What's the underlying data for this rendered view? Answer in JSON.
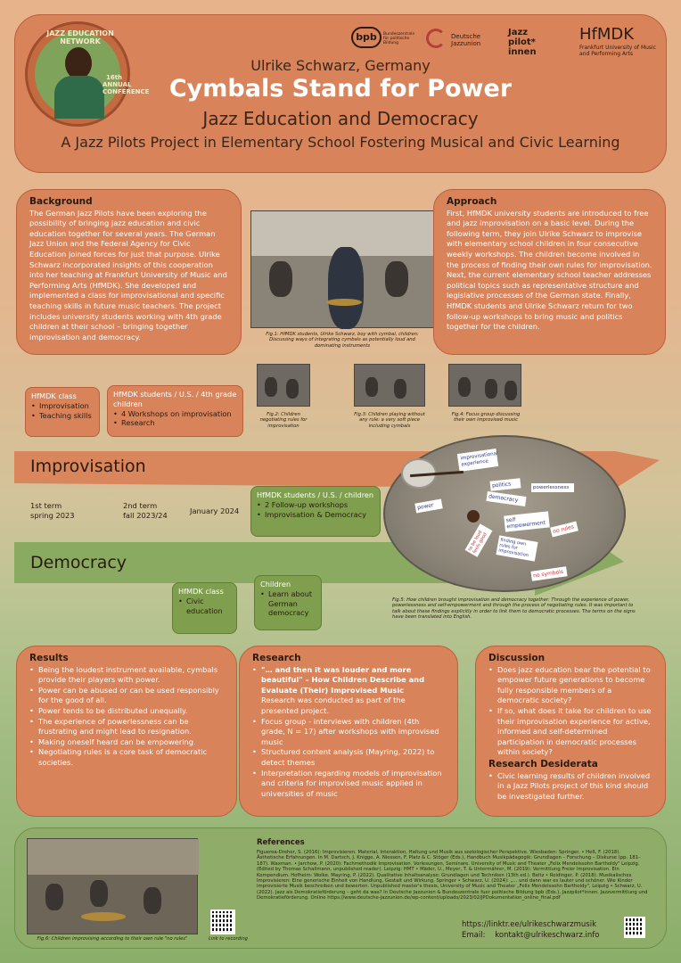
{
  "header": {
    "badge_line1": "JAZZ EDUCATION NETWORK",
    "badge_line2": "16th ANNUAL CONFERENCE",
    "partner_bpb_logo": "bpb",
    "partner_bpb": "Bundeszentrale für politische Bildung",
    "partner_dju": "Deutsche Jazzunion",
    "partner_jp": "Jazz pilot* innen",
    "partner_hfmdk_logo": "HfMDK",
    "partner_hfmdk": "Frankfurt University of Music and Performing Arts",
    "author": "Ulrike Schwarz, Germany",
    "title": "Cymbals Stand for Power",
    "subtitle": "Jazz Education and Democracy",
    "subtitle2": "A Jazz Pilots Project in Elementary School Fostering Musical and Civic Learning"
  },
  "background": {
    "heading": "Background",
    "text": "The German Jazz Pilots have been exploring the possibility of bringing jazz education and civic education together for several years. The German Jazz Union and the Federal Agency for Civic Education joined forces for just that purpose. Ulrike Schwarz incorporated insights of this cooperation into her teaching at Frankfurt University of Music and Performing Arts (HfMDK). She developed and implemented a class for improvisational and specific teaching skills in future music teachers. The project includes university students working with 4th grade children at their school – bringing together improvisation and democracy."
  },
  "approach": {
    "heading": "Approach",
    "text": "First, HfMDK university students are introduced to free and jazz improvisation on a basic level. During the following term, they join Ulrike Schwarz to improvise with elementary school children in four consecutive weekly workshops. The children become involved in the process of finding their own rules for improvisation. Next, the current elementary school teacher addresses political topics such as representative structure and legislative processes of the German state. Finally, HfMDK students and Ulrike Schwarz return for two follow-up workshops to bring music and politics together for the children."
  },
  "figures": {
    "fig1": "Fig.1: HfMDK students, Ulrike Schwarz, boy with cymbal, children: Discussing ways of integrating cymbals as potentially loud and dominating instruments",
    "fig2": "Fig.2: Children negotiating rules for improvisation",
    "fig3": "Fig.3: Children playing without any rule: a very soft piece including cymbals",
    "fig4": "Fig.4: Focus group discussing their own improvised music",
    "fig5": "Fig.5: How children brought improvisation and democracy together: Through the experience of power, powerlessness and self-empowerment and through the process of negotiating rules. It was important to talk about these findings explicitly in order to link them to democratic processes. The terms on the signs have been translated into English.",
    "fig6": "Fig.6: Children improvising according to their own rule \"no rules\"",
    "qr_label": "Link to recording"
  },
  "cymbal_signs": [
    "improvisational experience",
    "politics",
    "democracy",
    "powerlessness",
    "power",
    "self empowerment",
    "no rules",
    "finding own rules for improvisation",
    "no symbols",
    "to be loud feels good"
  ],
  "timeline": {
    "improvisation_label": "Improvisation",
    "democracy_label": "Democracy",
    "term1": "1st term",
    "term1_date": "spring 2023",
    "term2": "2nd term",
    "term2_date": "fall 2023/24",
    "term3_date": "January 2024",
    "tag1_title": "HfMDK class",
    "tag1_items": [
      "Improvisation",
      "Teaching skills"
    ],
    "tag2_title": "HfMDK students / U.S. / 4th grade children",
    "tag2_items": [
      "4 Workshops on improvisation",
      "Research"
    ],
    "tag3_title": "HfMDK students / U.S. / children",
    "tag3_items": [
      "2 Follow-up workshops",
      "Improvisation & Democracy"
    ],
    "tag4_title": "HfMDK class",
    "tag4_items": [
      "Civic education"
    ],
    "tag5_title": "Children",
    "tag5_items": [
      "Learn about German democracy"
    ]
  },
  "results": {
    "heading": "Results",
    "items": [
      "Being the loudest instrument available, cymbals provide their players with power.",
      "Power can be abused or can be used responsibly for the good of all.",
      "Power tends to be distributed unequally.",
      "The experience of powerlessness can be frustrating and might lead to resignation.",
      "Making oneself heard can be empowering.",
      "Negotiating rules is a core task of democratic societies."
    ]
  },
  "research": {
    "heading": "Research",
    "title": "\"… and then it was louder and more beautiful\" – How Children Describe and Evaluate (Their) Improvised Music",
    "title_note": "Research was conducted as part of the presented project.",
    "items": [
      "Focus group - interviews with children (4th grade, N = 17) after workshops with improvised music",
      "Structured content analysis (Mayring, 2022) to detect themes",
      "Interpretation regarding models of improvisation and criteria for improvised music applied in universities of music"
    ]
  },
  "discussion": {
    "heading": "Discussion",
    "items": [
      "Does jazz education bear the potential to empower future generations to become fully responsible members of a democratic society?",
      "If so, what does it take for children to use their improvisation experience for active, informed and self-determined participation in democratic processes within society?"
    ],
    "desiderata_heading": "Research Desiderata",
    "desiderata_items": [
      "Civic learning results of children involved in a Jazz Pilots project of this kind should be investigated further."
    ]
  },
  "references": {
    "heading": "References",
    "text": "Figueroa-Dreher, S. (2016): Improvisieren. Material, Interaktion, Haltung und Musik aus soziologischer Perspektive. Wiesbaden: Springer. • Heß, F. (2018). Ästhetische Erfahrungen. In M. Dartsch, J. Knigge, A. Niessen, F. Platz & C. Stöger (Eds.), Handbuch Musikpädagogik: Grundlagen – Forschung – Diskurse (pp. 181–187). Waxman. • Jarchow, P. (2020): Fachmethodik Improvisation. Vorlesungen, Seminare. University of Music and Theater „Felix Mendelssohn Bartholdy\" Leipzig. (Edited by Thomas Schallmann, unpublished reader). Leipzig: HMT • Mäder, U., Meyer, T. & Untermährer, M. (2019): Vermittlung Freier Improvisation. Ein Kompendium. Hofheim: Wolke. Mayring, P. (2022). Qualitative Inhaltsanalyse: Grundlagen und Techniken (13th ed.). Beltz • Roidinger, P. (2018). Musikalisches Improvisieren: Eine generische Einheit von Handlung, Gestalt und Wirkung. Springer • Schwarz, U. (2024): „… und dann war es lauter und schöner. Wie Kinder improvisierte Musik beschreiben und bewerten. Unpublished master's thesis, University of Music and Theater „Felix Mendelssohn Bartholdy\", Leipzig • Schwarz, U. (2022). Jazz als Demokratieförderung – geht da was? In Deutsche Jazzunion & Bundeszentrale fuer politische Bildung bpb (Eds.), Jazzpilot*innen. Jazzvermittlung und Demokratieförderung. Online https://www.deutsche-jazzunion.de/wp-content/uploads/2023/02/JPDokumentation_online_final.pdf"
  },
  "contact": {
    "link": "https://linktr.ee/ulrikeschwarzmusik",
    "email_label": "Email:",
    "email": "kontakt@ulrikeschwarz.info"
  },
  "colors": {
    "panel_orange": "#d9835a",
    "panel_green": "#7f9e4e",
    "arrow_orange": "#d9835a",
    "arrow_green": "#87a860",
    "footer_green": "#8fad69"
  }
}
